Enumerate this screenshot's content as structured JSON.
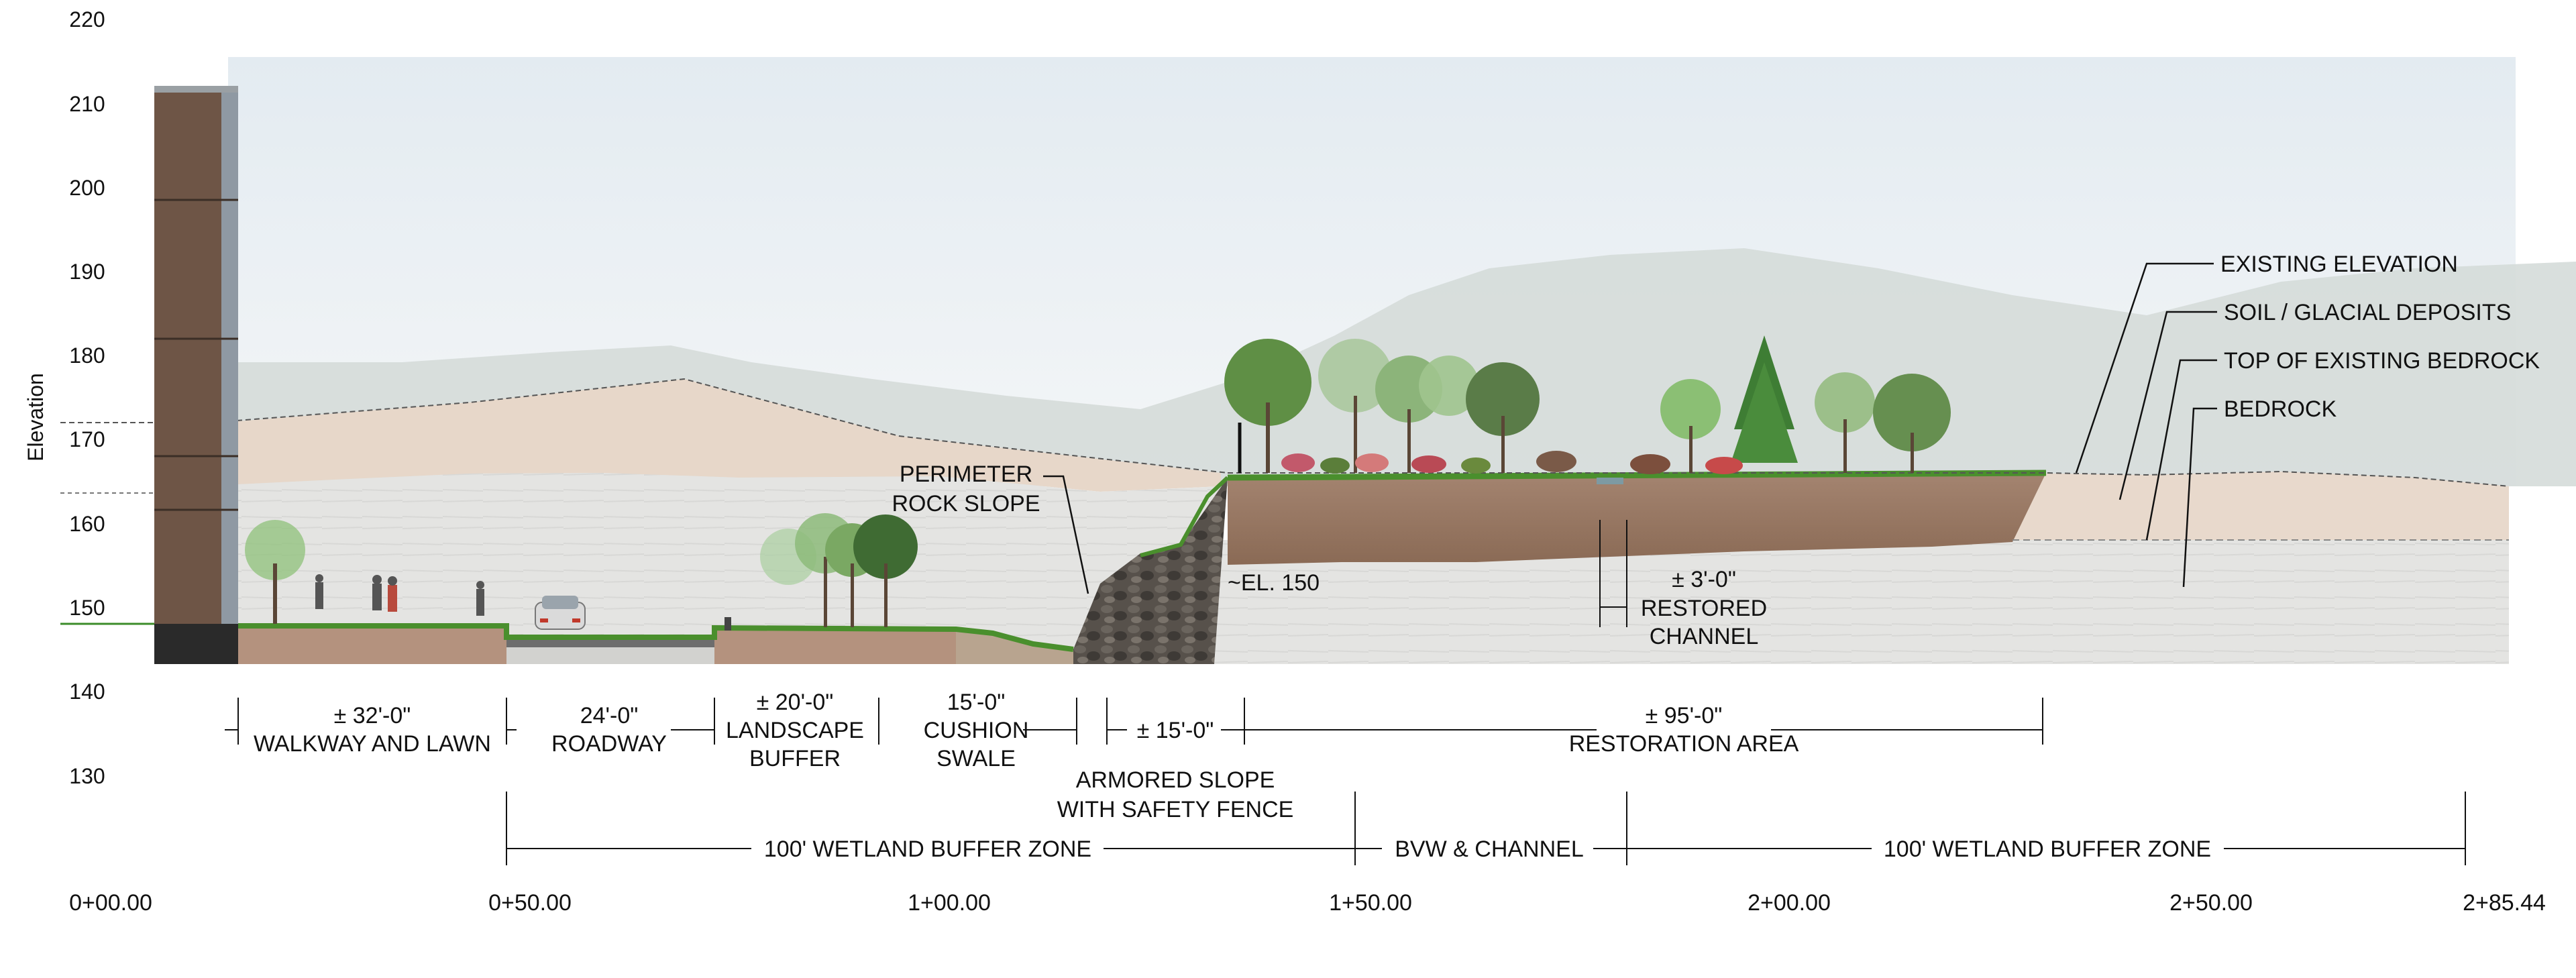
{
  "axis": {
    "label": "Elevation",
    "ticks": [
      "220",
      "210",
      "200",
      "190",
      "180",
      "170",
      "160",
      "150",
      "140",
      "130"
    ]
  },
  "stations": [
    "0+00.00",
    "0+50.00",
    "1+00.00",
    "1+50.00",
    "2+00.00",
    "2+50.00",
    "2+85.44"
  ],
  "callouts": {
    "perimeter_rock_slope": [
      "PERIMETER",
      "ROCK SLOPE"
    ],
    "el_150": "~EL. 150",
    "restored_channel": [
      "± 3'-0\"",
      "RESTORED",
      "CHANNEL"
    ]
  },
  "legend": [
    "EXISTING ELEVATION",
    "SOIL / GLACIAL DEPOSITS",
    "TOP OF EXISTING BEDROCK",
    "BEDROCK"
  ],
  "dimensions": {
    "walkway": [
      "± 32'-0\"",
      "WALKWAY AND LAWN"
    ],
    "roadway": [
      "24'-0\"",
      "ROADWAY"
    ],
    "landscape": [
      "± 20'-0\"",
      "LANDSCAPE",
      "BUFFER"
    ],
    "cushion": [
      "15'-0\"",
      "CUSHION",
      "SWALE"
    ],
    "armored": [
      "± 15'-0\"",
      "ARMORED SLOPE",
      "WITH SAFETY FENCE"
    ],
    "restoration": [
      "± 95'-0\"",
      "RESTORATION AREA"
    ]
  },
  "zones": [
    "100' WETLAND BUFFER ZONE",
    "BVW & CHANNEL",
    "100' WETLAND BUFFER ZONE"
  ],
  "colors": {
    "sky": "#e9eff3",
    "soil_band": "#e7d7c9",
    "bedrock": "#e5e5e3",
    "restoration_soil": "#9a7a63",
    "building": "#6e5546",
    "armored_rock": "#4f4a44",
    "grass": "#5c9a3a",
    "lines": "#222222"
  }
}
